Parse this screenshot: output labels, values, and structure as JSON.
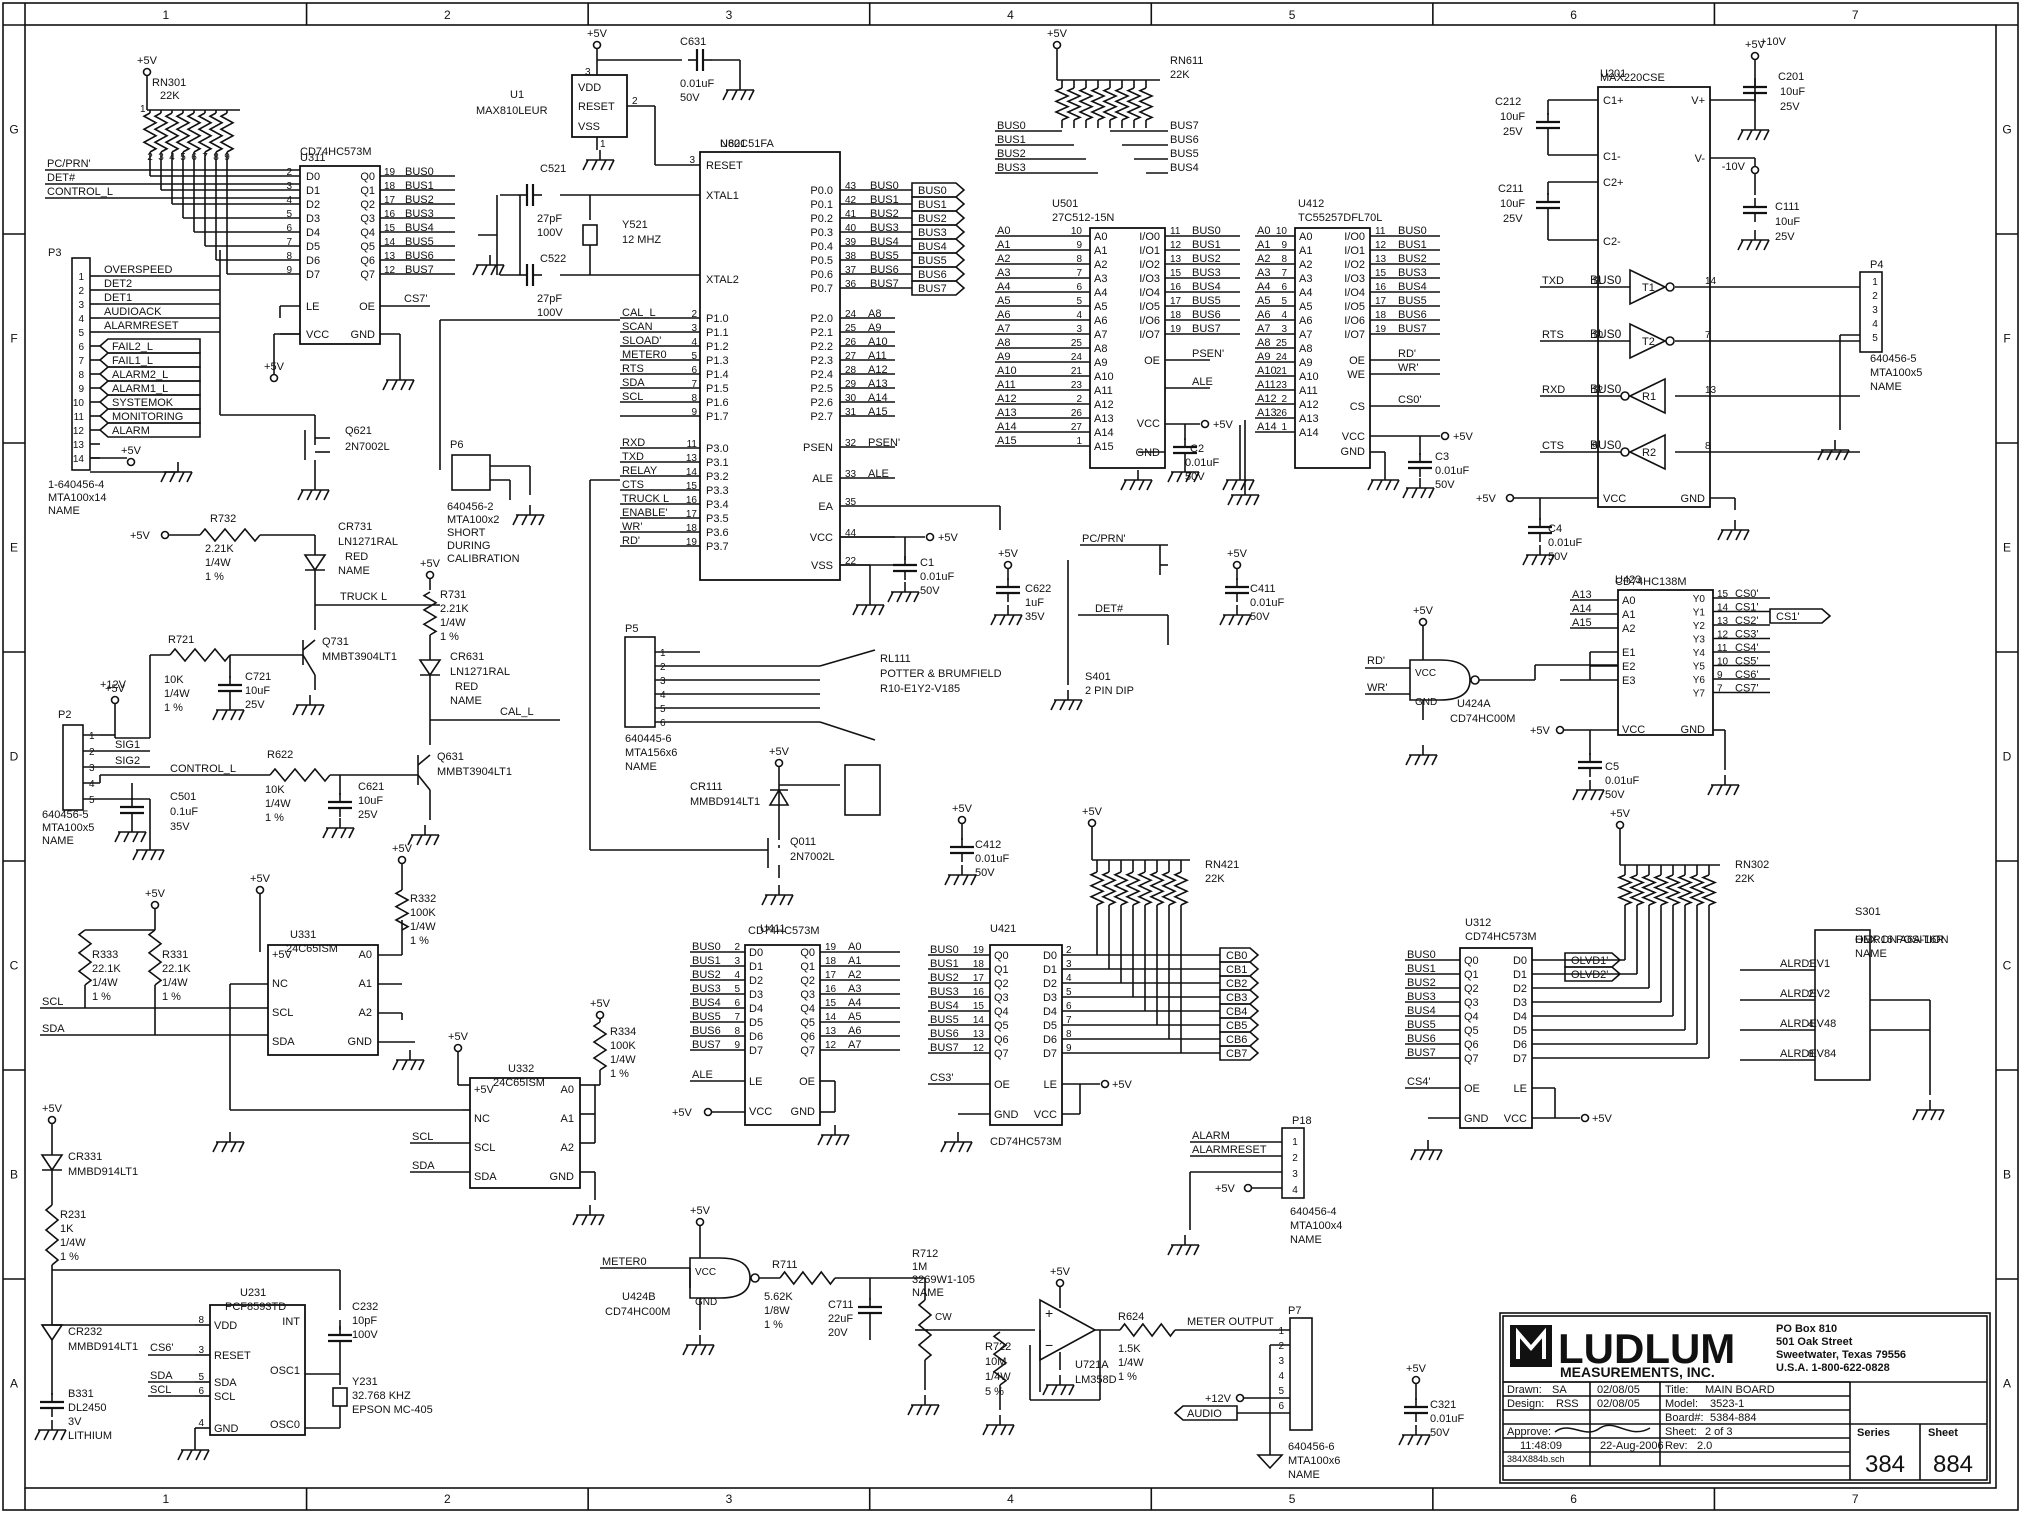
{
  "zones": {
    "cols": [
      "1",
      "2",
      "3",
      "4",
      "5",
      "6",
      "7"
    ],
    "rows": [
      "G",
      "F",
      "E",
      "D",
      "C",
      "B",
      "A"
    ]
  },
  "power": {
    "p5v": "+5V",
    "p10v": "+10V",
    "m10v": "-10V",
    "p12v": "+12V"
  },
  "buses": {
    "bus": [
      "BUS0",
      "BUS1",
      "BUS2",
      "BUS3",
      "BUS4",
      "BUS5",
      "BUS6",
      "BUS7"
    ],
    "addr_p2": [
      "A8",
      "A9",
      "A10",
      "A11",
      "A12",
      "A13",
      "A14",
      "A15"
    ],
    "addr_lo": [
      "A0",
      "A1",
      "A2",
      "A3",
      "A4",
      "A5",
      "A6",
      "A7"
    ],
    "cb": [
      "CB0",
      "CB1",
      "CB2",
      "CB3",
      "CB4",
      "CB5",
      "CB6",
      "CB7"
    ],
    "q": [
      "Q0",
      "Q1",
      "Q2",
      "Q3",
      "Q4",
      "Q5",
      "Q6",
      "Q7"
    ],
    "d": [
      "D0",
      "D1",
      "D2",
      "D3",
      "D4",
      "D5",
      "D6",
      "D7"
    ],
    "io": [
      "I/O0",
      "I/O1",
      "I/O2",
      "I/O3",
      "I/O4",
      "I/O5",
      "I/O6",
      "I/O7"
    ],
    "p0": [
      "P0.0",
      "P0.1",
      "P0.2",
      "P0.3",
      "P0.4",
      "P0.5",
      "P0.6",
      "P0.7"
    ],
    "p1": [
      "P1.0",
      "P1.1",
      "P1.2",
      "P1.3",
      "P1.4",
      "P1.5",
      "P1.6",
      "P1.7"
    ],
    "p2": [
      "P2.0",
      "P2.1",
      "P2.2",
      "P2.3",
      "P2.4",
      "P2.5",
      "P2.6",
      "P2.7"
    ],
    "p3": [
      "P3.0",
      "P3.1",
      "P3.2",
      "P3.3",
      "P3.4",
      "P3.5",
      "P3.6",
      "P3.7"
    ]
  },
  "u621": {
    "ref": "U621",
    "part": "N80C51FA",
    "pins_left": [
      "RESET",
      "XTAL1",
      "XTAL2"
    ],
    "p1_signals": [
      "CAL_L",
      "SCAN",
      "SLOAD'",
      "METER0",
      "RTS",
      "SDA",
      "SCL",
      ""
    ],
    "p3_signals": [
      "RXD",
      "TXD",
      "RELAY",
      "CTS",
      "TRUCK L",
      "ENABLE'",
      "WR'",
      "RD'"
    ],
    "p0_pins": [
      "43",
      "42",
      "41",
      "40",
      "39",
      "38",
      "37",
      "36"
    ],
    "p1_pins": [
      "2",
      "3",
      "4",
      "5",
      "6",
      "7",
      "8",
      "9"
    ],
    "p2_pins": [
      "24",
      "25",
      "26",
      "27",
      "28",
      "29",
      "30",
      "31"
    ],
    "p3_pins": [
      "11",
      "13",
      "14",
      "15",
      "16",
      "17",
      "18",
      "19"
    ],
    "right_misc": [
      "PSEN",
      "ALE",
      "EA",
      "VCC",
      "VSS"
    ],
    "right_misc_pins": [
      "32",
      "33",
      "35",
      "44",
      "22"
    ],
    "psen_net": "PSEN'",
    "ale_net": "ALE"
  },
  "u1": {
    "ref": "U1",
    "part": "MAX810LEUR",
    "pins": [
      "VDD",
      "RESET",
      "VSS"
    ],
    "pin_nums": [
      "3",
      "2",
      "1"
    ]
  },
  "c631": {
    "ref": "C631",
    "value": "0.01uF",
    "volt": "50V"
  },
  "c521": {
    "ref": "C521",
    "value": "27pF",
    "volt": "100V"
  },
  "c522": {
    "ref": "C522",
    "value": "27pF",
    "volt": "100V"
  },
  "y521": {
    "ref": "Y521",
    "value": "12 MHZ"
  },
  "rn301": {
    "ref": "RN301",
    "value": "22K",
    "pins": [
      "1",
      "2",
      "3",
      "4",
      "5",
      "6",
      "7",
      "8",
      "9"
    ]
  },
  "u311": {
    "ref": "U311",
    "part": "CD74HC573M",
    "le": "LE",
    "oe": "OE",
    "vcc": "VCC",
    "gnd": "GND",
    "cs": "CS7'",
    "pins": [
      "2",
      "3",
      "4",
      "5",
      "6",
      "7",
      "8",
      "9"
    ],
    "opins": [
      "19",
      "18",
      "17",
      "16",
      "15",
      "14",
      "13",
      "12"
    ]
  },
  "p3conn": {
    "ref": "P3",
    "part": "1-640456-4",
    "part2": "MTA100x14",
    "name": "NAME",
    "signals": [
      "OVERSPEED",
      "DET2",
      "DET1",
      "AUDIOACK",
      "ALARMRESET",
      "FAIL2_L",
      "FAIL1_L",
      "ALARM2_L",
      "ALARM1_L",
      "SYSTEMOK",
      "MONITORING",
      "ALARM",
      "",
      ""
    ],
    "inputs_top": [
      "PC/PRN'",
      "DET#",
      "CONTROL_L"
    ]
  },
  "q621": {
    "ref": "Q621",
    "part": "2N7002L"
  },
  "p6": {
    "ref": "P6",
    "part": "640456-2",
    "part2": "MTA100x2",
    "note1": "SHORT",
    "note2": "DURING",
    "note3": "CALIBRATION"
  },
  "r732": {
    "ref": "R732",
    "value": "2.21K",
    "power": "1/4W",
    "tol": "1 %"
  },
  "cr731": {
    "ref": "CR731",
    "part": "LN1271RAL",
    "color": "RED",
    "name": "NAME"
  },
  "truck_l": "TRUCK L",
  "q731": {
    "ref": "Q731",
    "part": "MMBT3904LT1"
  },
  "r721": {
    "ref": "R721",
    "value": "10K",
    "power": "1/4W",
    "tol": "1 %"
  },
  "c721": {
    "ref": "C721",
    "value": "10uF",
    "volt": "25V"
  },
  "r731": {
    "ref": "R731",
    "value": "2.21K",
    "power": "1/4W",
    "tol": "1 %"
  },
  "cr631": {
    "ref": "CR631",
    "part": "LN1271RAL",
    "color": "RED",
    "name": "NAME"
  },
  "cal_l": "CAL_L",
  "q631": {
    "ref": "Q631",
    "part": "MMBT3904LT1"
  },
  "r622": {
    "ref": "R622",
    "value": "10K",
    "power": "1/4W",
    "tol": "1 %"
  },
  "c621": {
    "ref": "C621",
    "value": "10uF",
    "volt": "25V"
  },
  "p2conn": {
    "ref": "P2",
    "part": "640456-5",
    "part2": "MTA100x5",
    "name": "NAME",
    "sig1": "SIG1",
    "sig2": "SIG2",
    "control": "CONTROL_L"
  },
  "c501": {
    "ref": "C501",
    "value": "0.1uF",
    "volt": "35V"
  },
  "u331": {
    "ref": "U331",
    "part": "24C65ISM",
    "pins_l": [
      "+5V",
      "NC",
      "SCL",
      "SDA"
    ],
    "pins_r": [
      "A0",
      "A1",
      "A2",
      "GND"
    ]
  },
  "u332": {
    "ref": "U332",
    "part": "24C65ISM",
    "pins_l": [
      "+5V",
      "NC",
      "SCL",
      "SDA"
    ],
    "pins_r": [
      "A0",
      "A1",
      "A2",
      "GND"
    ]
  },
  "r333": {
    "ref": "R333",
    "value": "22.1K",
    "power": "1/4W",
    "tol": "1 %"
  },
  "r331": {
    "ref": "R331",
    "value": "22.1K",
    "power": "1/4W",
    "tol": "1 %"
  },
  "r332": {
    "ref": "R332",
    "value": "100K",
    "power": "1/4W",
    "tol": "1 %"
  },
  "r334": {
    "ref": "R334",
    "value": "100K",
    "power": "1/4W",
    "tol": "1 %"
  },
  "scl": "SCL",
  "sda": "SDA",
  "cr331": {
    "ref": "CR331",
    "part": "MMBD914LT1"
  },
  "r231": {
    "ref": "R231",
    "value": "1K",
    "power": "1/4W",
    "tol": "1 %"
  },
  "cr232": {
    "ref": "CR232",
    "part": "MMBD914LT1"
  },
  "b331": {
    "ref": "B331",
    "part": "DL2450",
    "volt": "3V",
    "type": "LITHIUM"
  },
  "u231": {
    "ref": "U231",
    "part": "PCF8593TD",
    "pins_l": [
      "VDD",
      "RESET",
      "SDA",
      "SCL",
      "GND"
    ],
    "pins_r": [
      "INT",
      "OSC1",
      "OSC0"
    ],
    "cs": "CS6'"
  },
  "c232": {
    "ref": "C232",
    "value": "10pF",
    "volt": "100V"
  },
  "y231": {
    "ref": "Y231",
    "value": "32.768 KHZ",
    "part": "EPSON MC-405"
  },
  "rn611": {
    "ref": "RN611",
    "value": "22K"
  },
  "u501": {
    "ref": "U501",
    "part": "27C512-15N",
    "oe": "OE",
    "vcc": "VCC",
    "gnd": "GND",
    "psen": "PSEN'",
    "ale": "ALE",
    "addr": [
      "A0",
      "A1",
      "A2",
      "A3",
      "A4",
      "A5",
      "A6",
      "A7",
      "A8",
      "A9",
      "A10",
      "A11",
      "A12",
      "A13",
      "A14",
      "A15"
    ],
    "apins": [
      "10",
      "9",
      "8",
      "7",
      "6",
      "5",
      "4",
      "3",
      "25",
      "24",
      "21",
      "23",
      "2",
      "26",
      "27",
      "1"
    ],
    "dpins": [
      "11",
      "12",
      "13",
      "15",
      "16",
      "17",
      "18",
      "19"
    ]
  },
  "c2": {
    "ref": "C2",
    "value": "0.01uF",
    "volt": "50V"
  },
  "u412": {
    "ref": "U412",
    "part": "TC55257DFL70L",
    "we": "WE",
    "cs": "CS",
    "rd": "RD'",
    "wr": "WR'",
    "cs0": "CS0'",
    "addr": [
      "A0",
      "A1",
      "A2",
      "A3",
      "A4",
      "A5",
      "A6",
      "A7",
      "A8",
      "A9",
      "A10",
      "A11",
      "A12",
      "A13",
      "A14"
    ],
    "apins": [
      "10",
      "9",
      "8",
      "7",
      "6",
      "5",
      "4",
      "3",
      "25",
      "24",
      "21",
      "23",
      "2",
      "26",
      "1"
    ]
  },
  "c3": {
    "ref": "C3",
    "value": "0.01uF",
    "volt": "50V"
  },
  "u201": {
    "ref": "U201",
    "part": "MAX220CSE",
    "pins_l": [
      "C1+",
      "C1-",
      "C2+",
      "C2-"
    ],
    "pins_r": [
      "V+",
      "V-"
    ],
    "sig_in": [
      "TXD",
      "RTS",
      "RXD",
      "CTS"
    ],
    "drivers": [
      "T1",
      "T2",
      "R1",
      "R2"
    ]
  },
  "c212": {
    "ref": "C212",
    "value": "10uF",
    "volt": "25V"
  },
  "c211": {
    "ref": "C211",
    "value": "10uF",
    "volt": "25V"
  },
  "c201": {
    "ref": "C201",
    "value": "10uF",
    "volt": "25V"
  },
  "c111": {
    "ref": "C111",
    "value": "10uF",
    "volt": "25V"
  },
  "c4": {
    "ref": "C4",
    "value": "0.01uF",
    "volt": "50V"
  },
  "p4": {
    "ref": "P4",
    "part": "640456-5",
    "part2": "MTA100x5",
    "name": "NAME"
  },
  "u423": {
    "ref": "U423",
    "part": "CD74HC138M",
    "in": [
      "A13",
      "A14",
      "A15"
    ],
    "sel": [
      "A0",
      "A1",
      "A2"
    ],
    "en": [
      "E1",
      "E2",
      "E3"
    ],
    "outs": [
      "CS0'",
      "CS1'",
      "CS2'",
      "CS3'",
      "CS4'",
      "CS5'",
      "CS6'",
      "CS7'"
    ],
    "opins": [
      "15",
      "14",
      "13",
      "12",
      "11",
      "10",
      "9",
      "7"
    ],
    "y": [
      "Y0",
      "Y1",
      "Y2",
      "Y3",
      "Y4",
      "Y5",
      "Y6",
      "Y7"
    ]
  },
  "cs1_flag": "CS1'",
  "c5": {
    "ref": "C5",
    "value": "0.01uF",
    "volt": "50V"
  },
  "u424a": {
    "ref": "U424A",
    "part": "CD74HC00M",
    "in1": "RD'",
    "in2": "WR'"
  },
  "s401": {
    "ref": "S401",
    "part": "2 PIN DIP",
    "sig1": "PC/PRN'",
    "sig2": "DET#"
  },
  "c622": {
    "ref": "C622",
    "value": "1uF",
    "volt": "35V"
  },
  "c411": {
    "ref": "C411",
    "value": "0.01uF",
    "volt": "50V"
  },
  "c1": {
    "ref": "C1",
    "value": "0.01uF",
    "volt": "50V"
  },
  "p5": {
    "ref": "P5",
    "part": "640445-6",
    "part2": "MTA156x6",
    "name": "NAME"
  },
  "rl111": {
    "ref": "RL111",
    "maker": "POTTER & BRUMFIELD",
    "part": "R10-E1Y2-V185"
  },
  "cr111": {
    "ref": "CR111",
    "part": "MMBD914LT1"
  },
  "q011": {
    "ref": "Q011",
    "part": "2N7002L"
  },
  "p12v_relay": "+12V",
  "c412": {
    "ref": "C412",
    "value": "0.01uF",
    "volt": "50V"
  },
  "u411": {
    "ref": "U411",
    "part": "CD74HC573M",
    "ale": "ALE",
    "outs": [
      "A0",
      "A1",
      "A2",
      "A3",
      "A4",
      "A5",
      "A6",
      "A7"
    ],
    "ipins": [
      "2",
      "3",
      "4",
      "5",
      "6",
      "7",
      "8",
      "9"
    ],
    "opins": [
      "19",
      "18",
      "17",
      "16",
      "15",
      "14",
      "13",
      "12"
    ]
  },
  "u421": {
    "ref": "U421",
    "part": "CD74HC573M",
    "cs": "CS3'",
    "ipins": [
      "19",
      "18",
      "17",
      "16",
      "15",
      "14",
      "13",
      "12"
    ],
    "opins": [
      "2",
      "3",
      "4",
      "5",
      "6",
      "7",
      "8",
      "9"
    ]
  },
  "rn421": {
    "ref": "RN421",
    "value": "22K"
  },
  "u312": {
    "ref": "U312",
    "part": "CD74HC573M",
    "cs": "CS4'",
    "olvd": [
      "OLVD1'",
      "OLVD2'"
    ]
  },
  "rn302": {
    "ref": "RN302",
    "value": "22K"
  },
  "s301": {
    "ref": "S301",
    "part": "OMRON A6A-16R",
    "desc": "HEX 16 POSITION",
    "name": "NAME",
    "sigs": [
      "ALRDEV1",
      "ALRDEV2",
      "ALRDEV48",
      "ALRDEV84"
    ]
  },
  "p18": {
    "ref": "P18",
    "part": "640456-4",
    "part2": "MTA100x4",
    "name": "NAME",
    "sigs": [
      "ALARM",
      "ALARMRESET"
    ]
  },
  "u424b": {
    "ref": "U424B",
    "part": "CD74HC00M",
    "in": "METER0"
  },
  "r711": {
    "ref": "R711",
    "value": "5.62K",
    "power": "1/8W",
    "tol": "1 %"
  },
  "c711": {
    "ref": "C711",
    "value": "22uF",
    "volt": "20V"
  },
  "r712": {
    "ref": "R712",
    "value": "1M",
    "part": "3269W1-105",
    "name": "NAME",
    "cw": "CW"
  },
  "r722": {
    "ref": "R722",
    "value": "10M",
    "power": "1/4W",
    "tol": "5 %"
  },
  "u721a": {
    "ref": "U721A",
    "part": "LM358D"
  },
  "r624": {
    "ref": "R624",
    "value": "1.5K",
    "power": "1/4W",
    "tol": "1 %"
  },
  "p7": {
    "ref": "P7",
    "part": "640456-6",
    "part2": "MTA100x6",
    "name": "NAME",
    "meter": "METER OUTPUT",
    "audio": "AUDIO"
  },
  "c321": {
    "ref": "C321",
    "value": "0.01uF",
    "volt": "50V"
  },
  "title_block": {
    "company": "LUDLUM",
    "company2": "MEASUREMENTS, INC.",
    "addr1": "PO Box 810",
    "addr2": "501 Oak Street",
    "addr3": "Sweetwater, Texas  79556",
    "addr4": "U.S.A.  1-800-622-0828",
    "drawn_label": "Drawn:",
    "drawn": "SA",
    "drawn_date": "02/08/05",
    "design_label": "Design:",
    "design": "RSS",
    "design_date": "02/08/05",
    "title_label": "Title:",
    "title": "MAIN BOARD",
    "model_label": "Model:",
    "model": "3523-1",
    "board_label": "Board#:",
    "board": "5384-884",
    "approve_label": "Approve:",
    "sheet_label": "Sheet:",
    "sheet": "2  of  3",
    "time": "11:48:09",
    "date": "22-Aug-2006",
    "rev_label": "Rev:",
    "rev": "2.0",
    "file": "384X884b.sch",
    "series_label": "Series",
    "series": "384",
    "sheet_no_label": "Sheet",
    "sheet_no": "884"
  }
}
